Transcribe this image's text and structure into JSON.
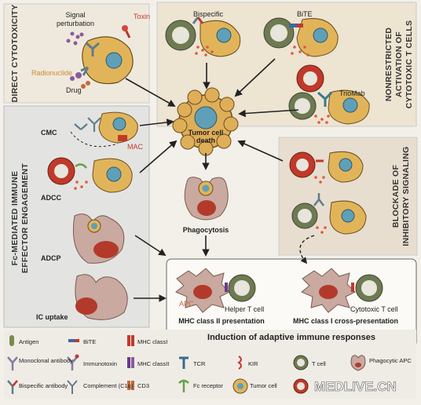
{
  "sections": {
    "direct": "DIRECT CYTOTOXICITY",
    "nonrestricted_1": "NONRESTRICTED",
    "nonrestricted_2": "ACTIVATION OF",
    "nonrestricted_3": "CYTOTOXIC T CELLS",
    "fc_1": "Fc-MEDIATED IMMUNE",
    "fc_2": "EFFECTOR ENGAGEMENT",
    "blockade_1": "BLOCKADE OF",
    "blockade_2": "INHIBITORY SIGNALING"
  },
  "labels": {
    "signal_1": "Signal",
    "signal_2": "perturbation",
    "toxin": "Toxin",
    "radionuclide": "Radionuclide",
    "drug": "Drug",
    "bispecific": "Bispecific",
    "bite": "BiTE",
    "triomab": "TrioMab",
    "tumor_1": "Tumor cell",
    "tumor_2": "death",
    "cmc": "CMC",
    "mac": "MAC",
    "adcc": "ADCC",
    "adcp": "ADCP",
    "ic_uptake": "IC uptake",
    "phagocytosis": "Phagocytosis",
    "apc": "APC",
    "helper_t": "Helper T cell",
    "cytotoxic_t": "Cytotoxic T cell",
    "mhc2": "MHC class II presentation",
    "mhc1": "MHC class I cross-presentation",
    "adaptive": "Induction of adaptive immune responses"
  },
  "legend": [
    {
      "label": "Antigen"
    },
    {
      "label": "BiTE"
    },
    {
      "label": "MHC classI"
    },
    {
      "label": "Monoclonal antibody"
    },
    {
      "label": "Immunotoxin"
    },
    {
      "label": "MHC classII"
    },
    {
      "label": "TCR"
    },
    {
      "label": "KIR"
    },
    {
      "label": "T cell"
    },
    {
      "label": "Phagocytic APC"
    },
    {
      "label": "Bispecific antibody"
    },
    {
      "label": "Complement (C1q)"
    },
    {
      "label": "CD3"
    },
    {
      "label": "Fc receptor"
    },
    {
      "label": "Tumor cell"
    }
  ],
  "watermark": "MEDLIVE.CN",
  "colors": {
    "tumor": "#e2b45a",
    "tcell": "#6e7a52",
    "nucleus": "#5fa0b8",
    "apc": "#c9a9a0",
    "apc_nucleus": "#b33a2a",
    "red_dots": "#e05a3a",
    "panel_gray": "#e6e4df",
    "panel_tan": "#efe6d6"
  }
}
